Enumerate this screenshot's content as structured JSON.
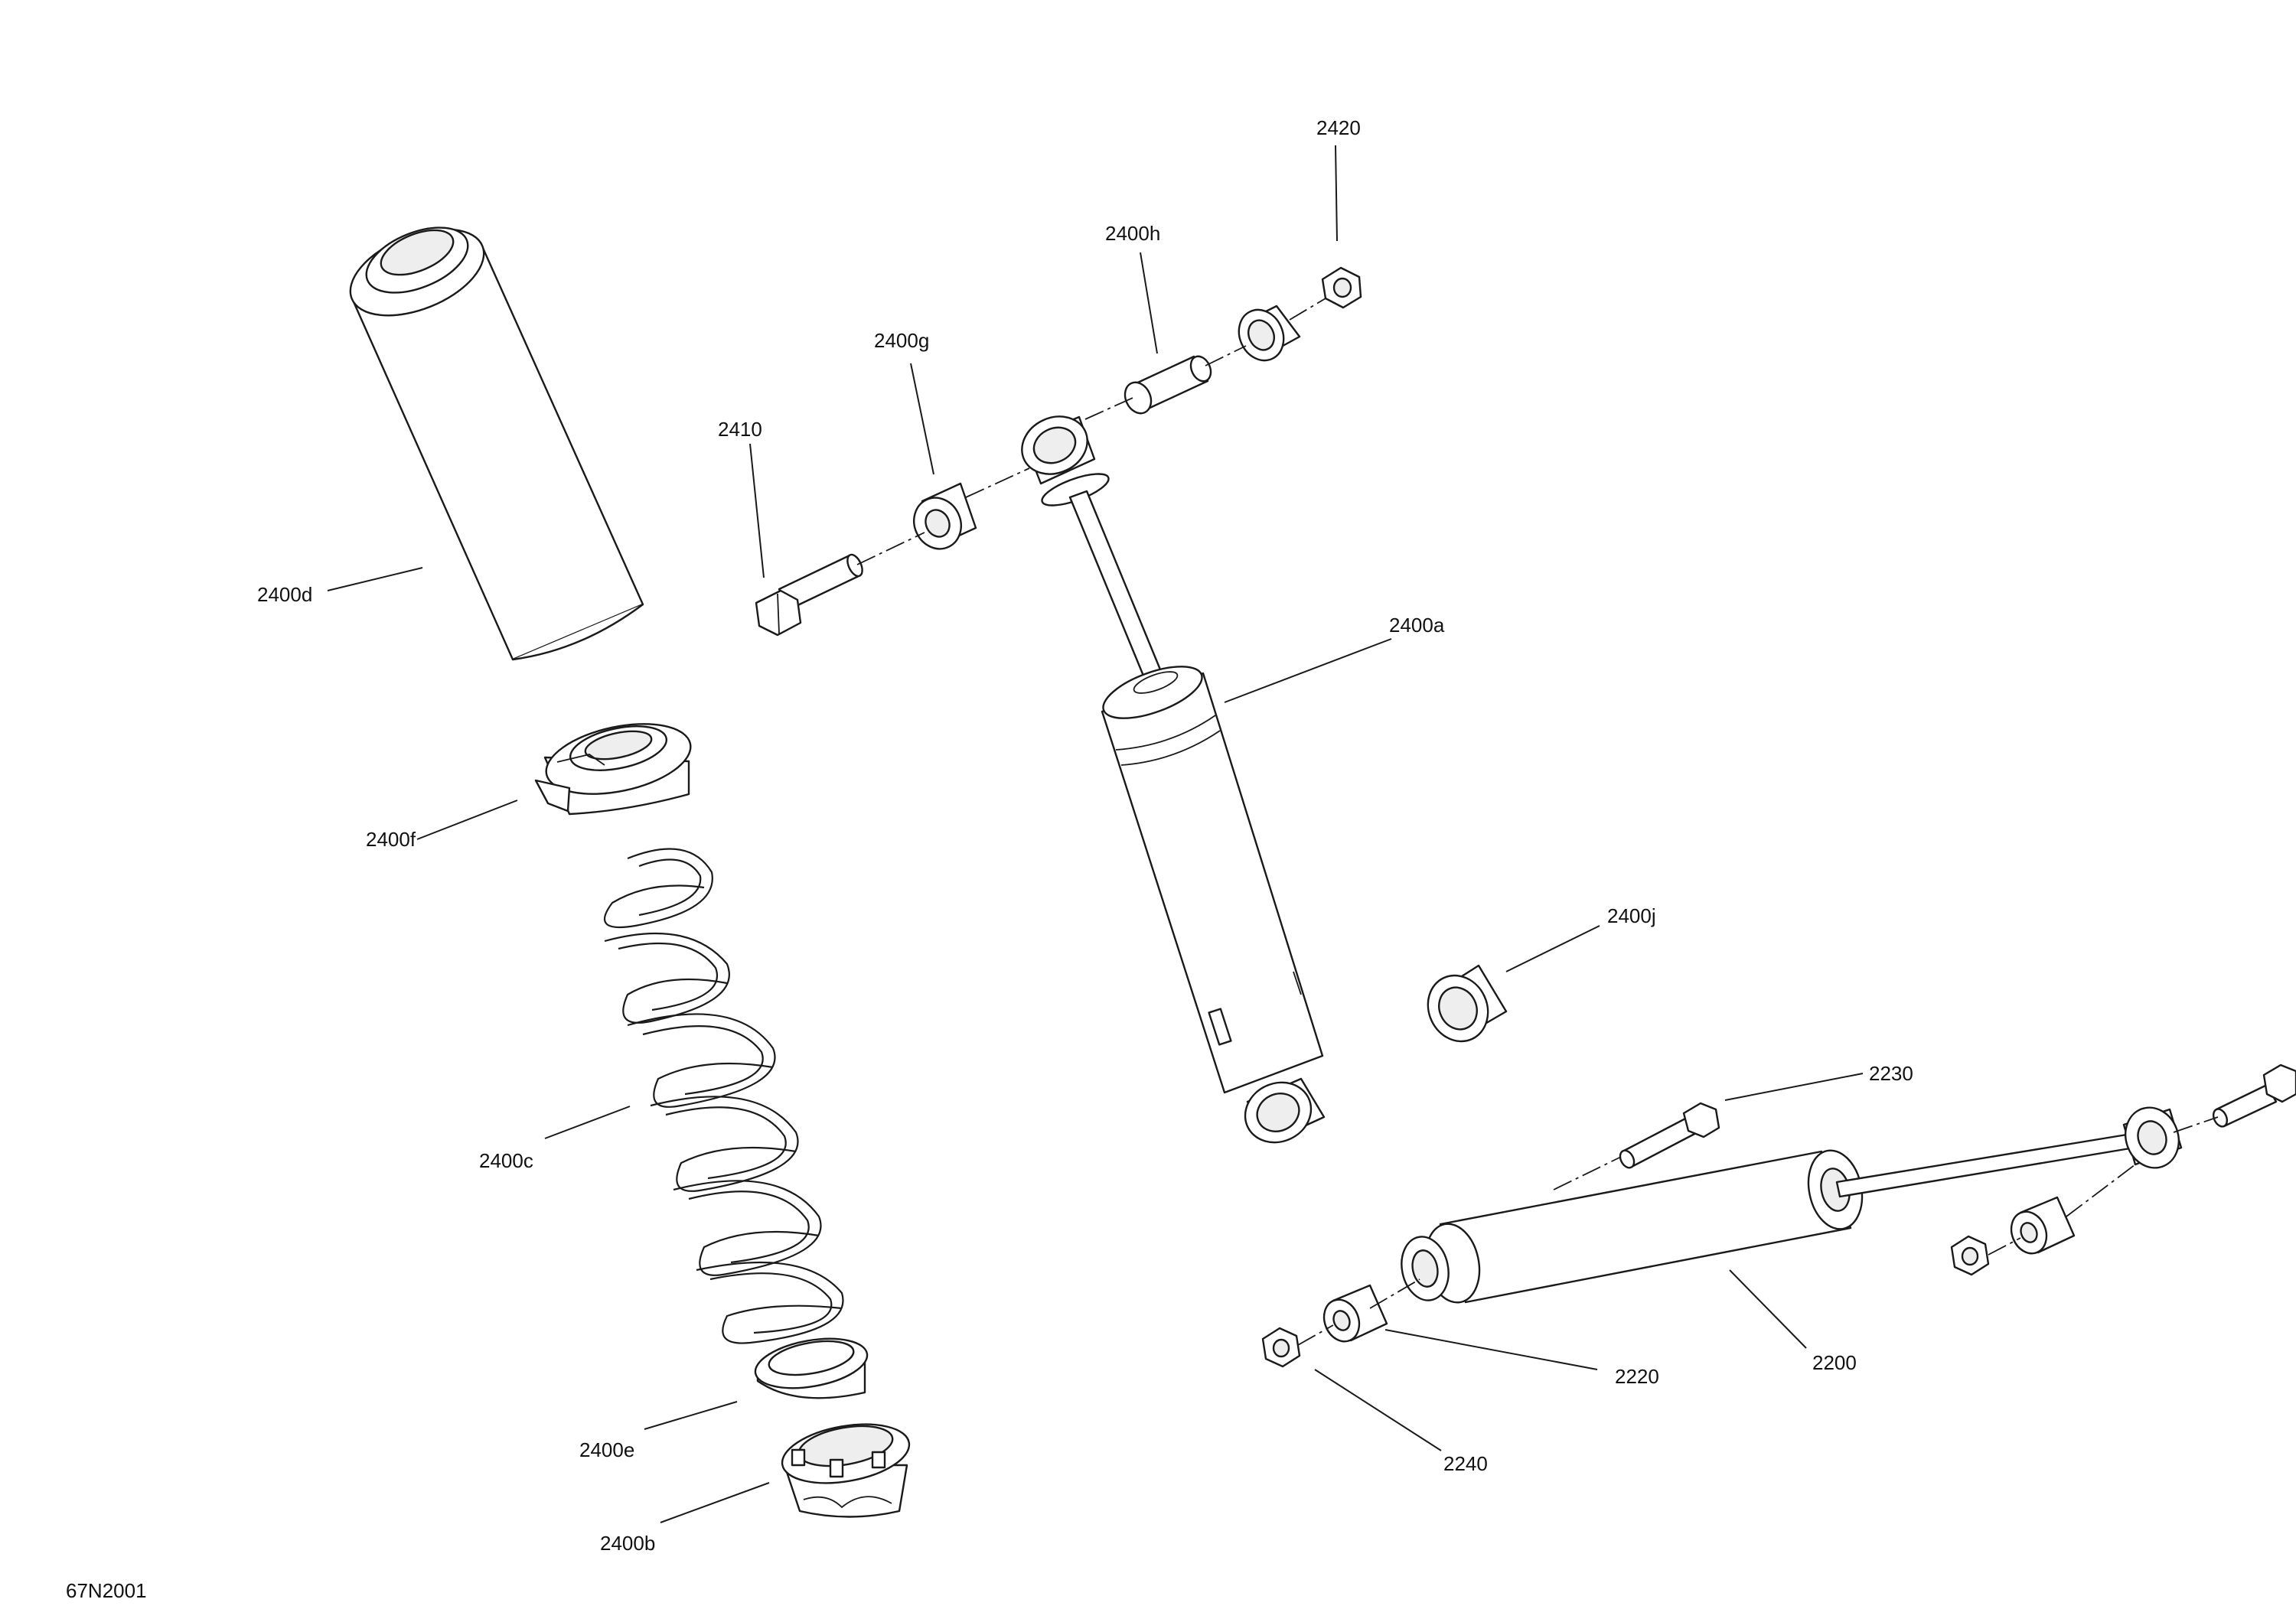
{
  "diagram_code": "67N2001",
  "callouts": {
    "p2400d": "2400d",
    "p2400f": "2400f",
    "p2400c": "2400c",
    "p2400e": "2400e",
    "p2400b": "2400b",
    "p2410": "2410",
    "p2400g": "2400g",
    "p2400h": "2400h",
    "p2420": "2420",
    "p2400a": "2400a",
    "p2400j": "2400j",
    "p2230": "2230",
    "p2220": "2220",
    "p2200": "2200",
    "p2240": "2240"
  }
}
